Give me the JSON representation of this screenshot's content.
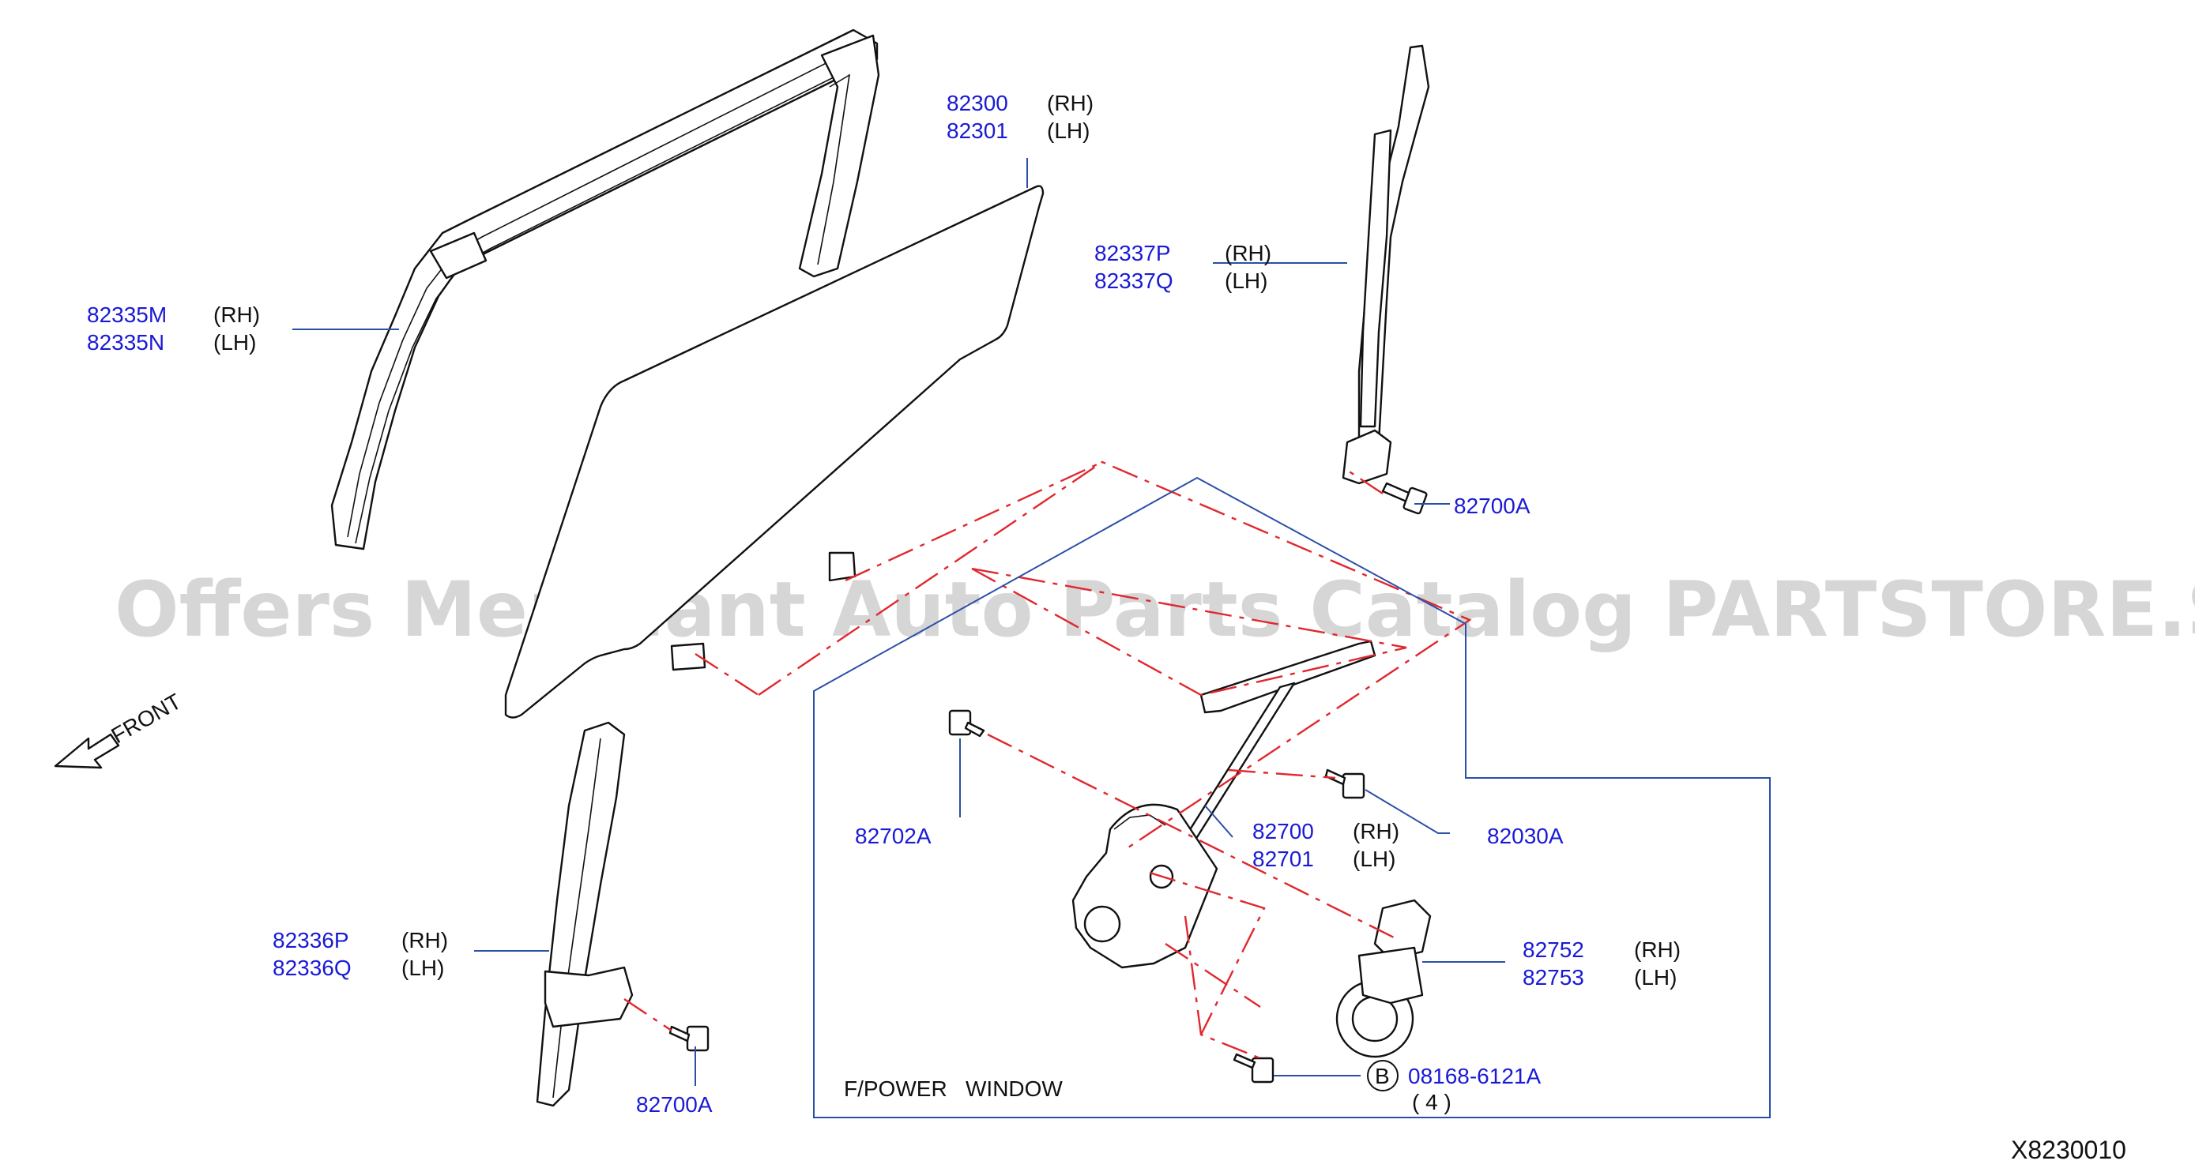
{
  "watermark": "Offers Merchant Auto Parts Catalog PARTSTORE.SA",
  "diagram_code": "X8230010",
  "front_label": "FRONT",
  "section_title": "F/POWER   WINDOW",
  "colors": {
    "part_number": "#1a1ad6",
    "leader": "#2b4fa8",
    "centerline": "#e0282e",
    "watermark": "#c9c9c9"
  },
  "parts": {
    "p82300": {
      "number": "82300",
      "side": "(RH)"
    },
    "p82301": {
      "number": "82301",
      "side": "(LH)"
    },
    "p82335M": {
      "number": "82335M",
      "side": "(RH)"
    },
    "p82335N": {
      "number": "82335N",
      "side": "(LH)"
    },
    "p82337P": {
      "number": "82337P",
      "side": "(RH)"
    },
    "p82337Q": {
      "number": "82337Q",
      "side": "(LH)"
    },
    "p82700A_top": {
      "number": "82700A"
    },
    "p82700A_bottom": {
      "number": "82700A"
    },
    "p82336P": {
      "number": "82336P",
      "side": "(RH)"
    },
    "p82336Q": {
      "number": "82336Q",
      "side": "(LH)"
    },
    "p82702A": {
      "number": "82702A"
    },
    "p82700": {
      "number": "82700",
      "side": "(RH)"
    },
    "p82701": {
      "number": "82701",
      "side": "(LH)"
    },
    "p82030A": {
      "number": "82030A"
    },
    "p82752": {
      "number": "82752",
      "side": "(RH)"
    },
    "p82753": {
      "number": "82753",
      "side": "(LH)"
    },
    "p08168": {
      "badge": "B",
      "number": "08168-6121A",
      "qty": "(  4  )"
    }
  }
}
